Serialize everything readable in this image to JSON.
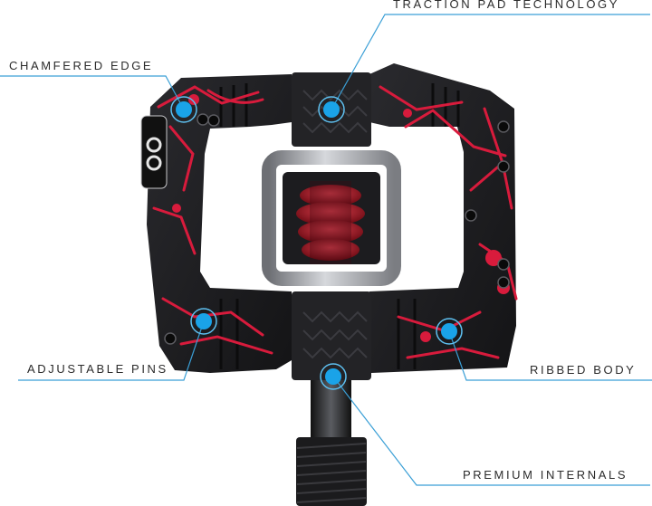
{
  "callouts": {
    "traction_pad": "TRACTION PAD TECHNOLOGY",
    "chamfered_edge": "CHAMFERED EDGE",
    "adjustable_pins": "ADJUSTABLE PINS",
    "ribbed_body": "RIBBED BODY",
    "premium_internals": "PREMIUM INTERNALS"
  },
  "colors": {
    "marker_fill": "#1aa3e8",
    "leader_line": "#3a9fd6",
    "body_dark": "#1c1c1f",
    "splatter_red": "#d81b3c",
    "spring_red": "#a3141f",
    "cage_silver": "#a9abb0"
  }
}
